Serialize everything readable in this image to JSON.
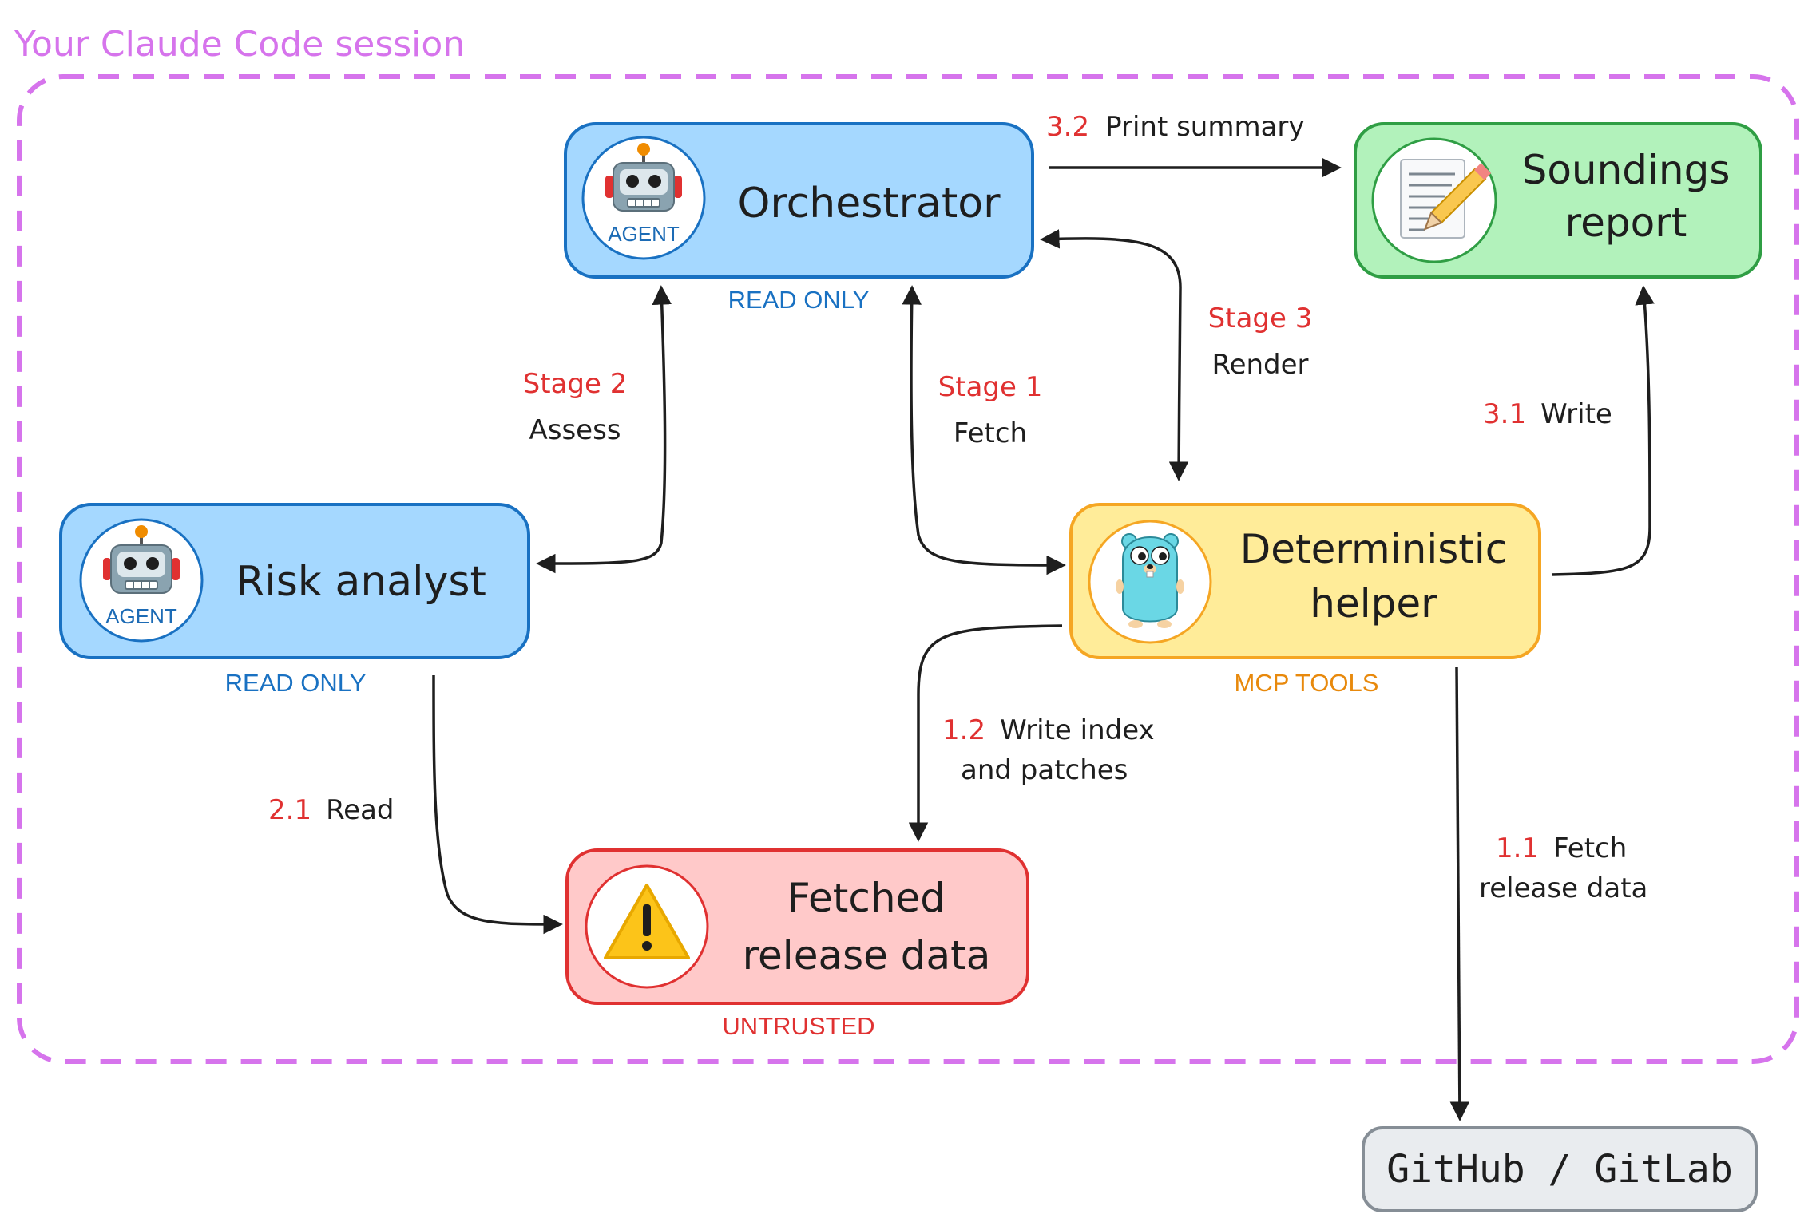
{
  "session": {
    "title": "Your Claude Code session"
  },
  "nodes": {
    "orchestrator": {
      "title": "Orchestrator",
      "badge": "AGENT",
      "caption": "READ ONLY"
    },
    "soundings_report": {
      "title_line1": "Soundings",
      "title_line2": "report"
    },
    "risk_analyst": {
      "title": "Risk analyst",
      "badge": "AGENT",
      "caption": "READ ONLY"
    },
    "deterministic_helper": {
      "title_line1": "Deterministic",
      "title_line2": "helper",
      "caption": "MCP TOOLS"
    },
    "fetched_release_data": {
      "title_line1": "Fetched",
      "title_line2": "release data",
      "caption": "UNTRUSTED"
    },
    "github_gitlab": {
      "title": "GitHub / GitLab"
    }
  },
  "edges": {
    "print_summary": {
      "step": "3.2",
      "text": "Print summary"
    },
    "stage2": {
      "stage": "Stage 2",
      "text": "Assess"
    },
    "stage1": {
      "stage": "Stage 1",
      "text": "Fetch"
    },
    "stage3": {
      "stage": "Stage 3",
      "text": "Render"
    },
    "write": {
      "step": "3.1",
      "text": "Write"
    },
    "write_index": {
      "step": "1.2",
      "text_line1": "Write index",
      "text_line2": "and patches"
    },
    "read": {
      "step": "2.1",
      "text": "Read"
    },
    "fetch_release": {
      "step": "1.1",
      "text_line1": "Fetch",
      "text_line2": "release data"
    }
  },
  "colors": {
    "session_border": "#d674ec",
    "agent_fill": "#a5d8ff",
    "agent_stroke": "#1971c2",
    "report_fill": "#b2f2bb",
    "report_stroke": "#2f9e44",
    "helper_fill": "#ffec99",
    "helper_stroke": "#f5a623",
    "untrusted_fill": "#ffc9c9",
    "untrusted_stroke": "#e03131",
    "external_fill": "#e9ecef",
    "external_stroke": "#868e96",
    "step_red": "#e03131"
  },
  "icons": {
    "orchestrator": "robot-icon",
    "risk_analyst": "robot-icon",
    "report": "memo-pencil-icon",
    "helper": "gopher-icon",
    "untrusted": "warning-icon"
  }
}
